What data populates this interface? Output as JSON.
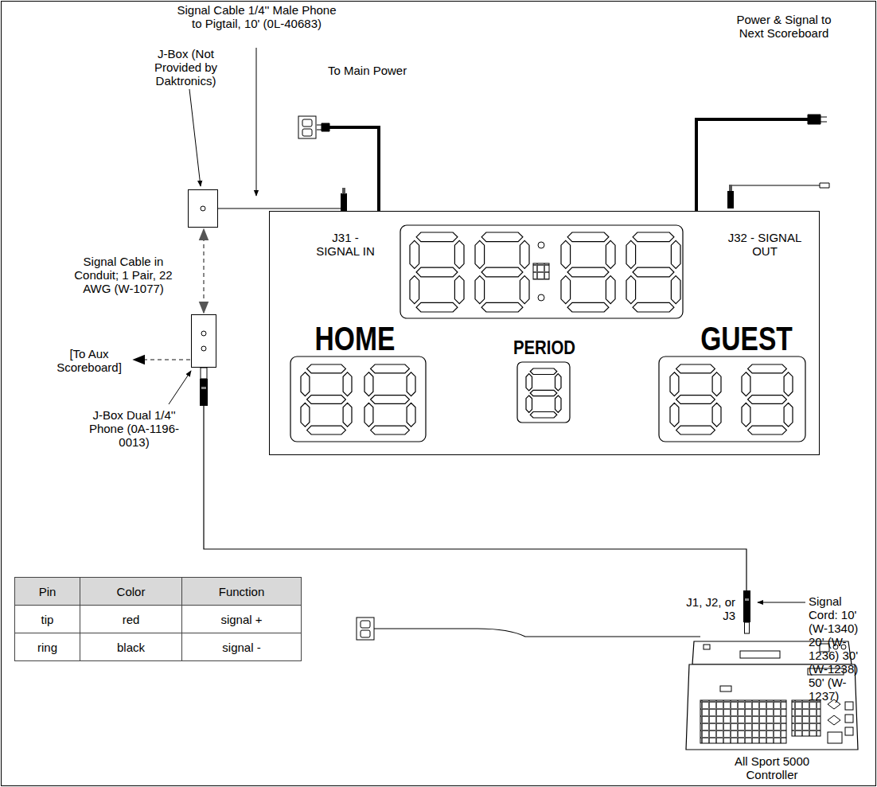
{
  "diagram": {
    "nodes": [
      {
        "text": [
          "J-Box (Not Provided by Daktronics)"
        ]
      },
      {
        "text": [
          "J31 - SIGNAL IN",
          "J32 - SIGNAL OUT",
          "HOME",
          "PERIOD",
          "GUEST"
        ]
      },
      {
        "text": [
          "J-Box Dual 1/4'' Phone (0A-1196-0013)"
        ]
      },
      {
        "text": [
          "All Sport 5000 Controller"
        ]
      }
    ],
    "edges": [
      {
        "from": 0,
        "to": 1,
        "arrow": "none",
        "label": "Signal Cable 1/4'' Male Phone to Pigtail, 10' (0L-40683)"
      },
      {
        "from": 2,
        "to": 0,
        "arrow": "both",
        "label": "Signal Cable in Conduit; 1 Pair, 22 AWG (W-1077)"
      },
      {
        "from": 2,
        "to": 3,
        "arrow": "none",
        "label": "Signal Cord: 10' (W-1340) 20' (W-1236) 30' (W-1238) 50' (W-1237)"
      }
    ],
    "labels": [
      "To Main Power",
      "Power & Signal to Next Scoreboard",
      "[To Aux Scoreboard]",
      "J1, J2, or J3",
      "Pin",
      "Color",
      "Function",
      "tip",
      "red",
      "signal +",
      "ring",
      "black",
      "signal -"
    ]
  }
}
